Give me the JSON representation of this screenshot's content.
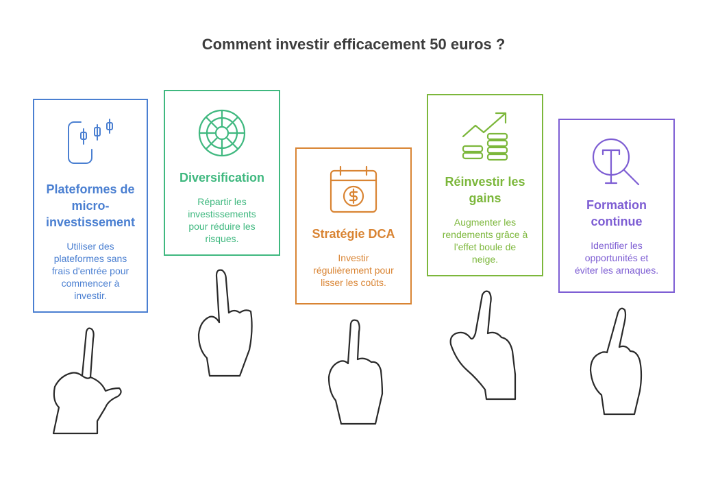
{
  "title": "Comment investir efficacement 50 euros ?",
  "colors": {
    "blue": "#4a7fd1",
    "green": "#3fb87f",
    "orange": "#d98433",
    "lime": "#7cb73b",
    "purple": "#7d5dd3"
  },
  "cards": [
    {
      "title": "Plateformes de micro-investissement",
      "title_lines": [
        "Plateformes de",
        "micro-",
        "investissement"
      ],
      "text_lines": [
        "Utiliser des",
        "plateformes sans",
        "frais d'entrée pour",
        "commencer à",
        "investir."
      ],
      "icon": "mobile-candlestick-icon"
    },
    {
      "title": "Diversification",
      "title_lines": [
        "Diversification"
      ],
      "text_lines": [
        "Répartir les",
        "investissements",
        "pour réduire les",
        "risques."
      ],
      "icon": "pie-wheel-icon"
    },
    {
      "title": "Stratégie DCA",
      "title_lines": [
        "Stratégie DCA"
      ],
      "text_lines": [
        "Investir",
        "régulièrement pour",
        "lisser les coûts."
      ],
      "icon": "calendar-dollar-icon"
    },
    {
      "title": "Réinvestir les gains",
      "title_lines": [
        "Réinvestir les",
        "gains"
      ],
      "text_lines": [
        "Augmenter les",
        "rendements grâce à",
        "l'effet boule de",
        "neige."
      ],
      "icon": "coins-growth-icon"
    },
    {
      "title": "Formation continue",
      "title_lines": [
        "Formation",
        "continue"
      ],
      "text_lines": [
        "Identifier les",
        "opportunités et",
        "éviter les arnaques."
      ],
      "icon": "magnifier-text-icon"
    }
  ]
}
